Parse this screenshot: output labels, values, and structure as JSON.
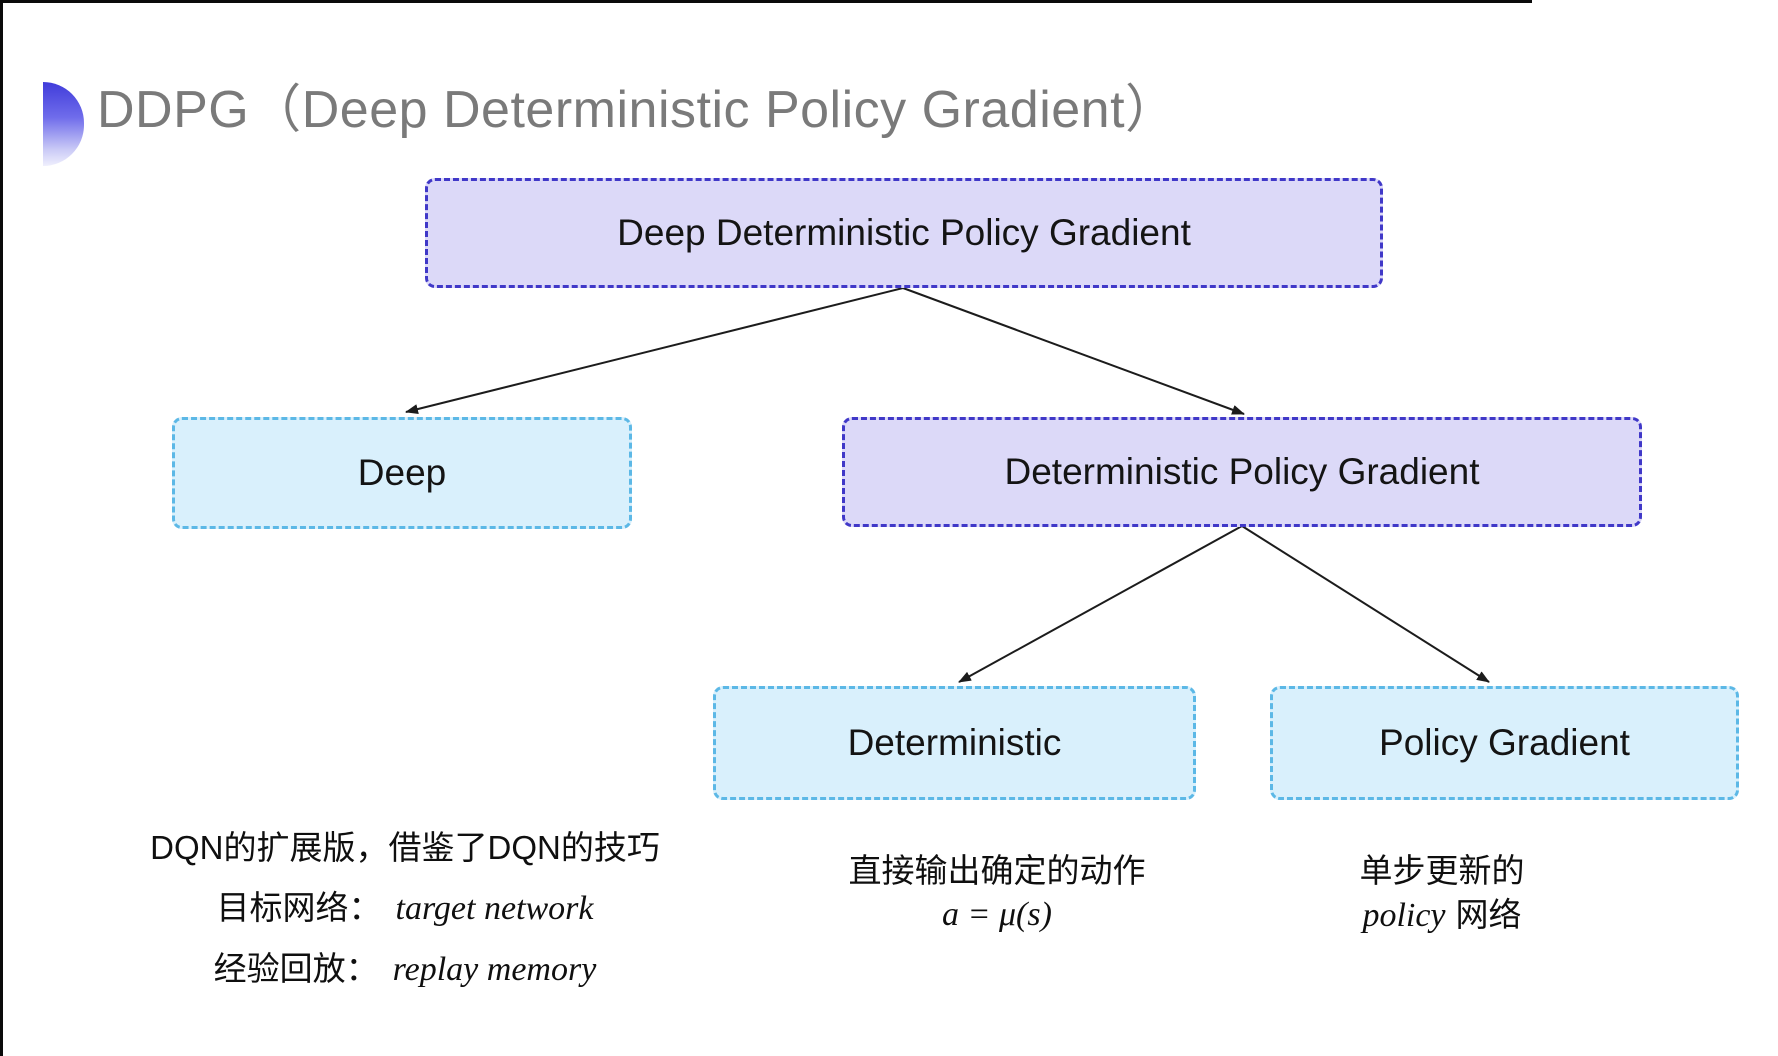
{
  "header": {
    "title": "DDPG（Deep Deterministic Policy Gradient）"
  },
  "diagram": {
    "nodes": [
      {
        "id": "root",
        "label": "Deep Deterministic Policy Gradient",
        "style": "purple"
      },
      {
        "id": "deep",
        "label": "Deep",
        "style": "cyan"
      },
      {
        "id": "dpg",
        "label": "Deterministic Policy Gradient",
        "style": "purple"
      },
      {
        "id": "det",
        "label": "Deterministic",
        "style": "cyan"
      },
      {
        "id": "pg",
        "label": "Policy Gradient",
        "style": "cyan"
      }
    ],
    "edges": [
      {
        "from": "root",
        "to": "deep"
      },
      {
        "from": "root",
        "to": "dpg"
      },
      {
        "from": "dpg",
        "to": "det"
      },
      {
        "from": "dpg",
        "to": "pg"
      }
    ]
  },
  "notes": {
    "deep_note": {
      "line1": "DQN的扩展版，借鉴了DQN的技巧",
      "line2_label": "目标网络：",
      "line2_value": "target network",
      "line3_label": "经验回放：",
      "line3_value": "replay memory"
    },
    "det_note": {
      "line1": "直接输出确定的动作",
      "formula": "a = μ(s)"
    },
    "pg_note": {
      "line1": "单步更新的",
      "line2_italic": "policy",
      "line2_rest": "网络"
    }
  },
  "colors": {
    "purple_fill": "#dcd9f8",
    "purple_border": "#4038c8",
    "cyan_fill": "#d9f0fc",
    "cyan_border": "#5cb8e6",
    "title_gray": "#7a7a7a",
    "arrow_black": "#1c1c1c",
    "accent_semicircle_top": "#403cda",
    "edge_line_black": "#0a0a0a"
  }
}
